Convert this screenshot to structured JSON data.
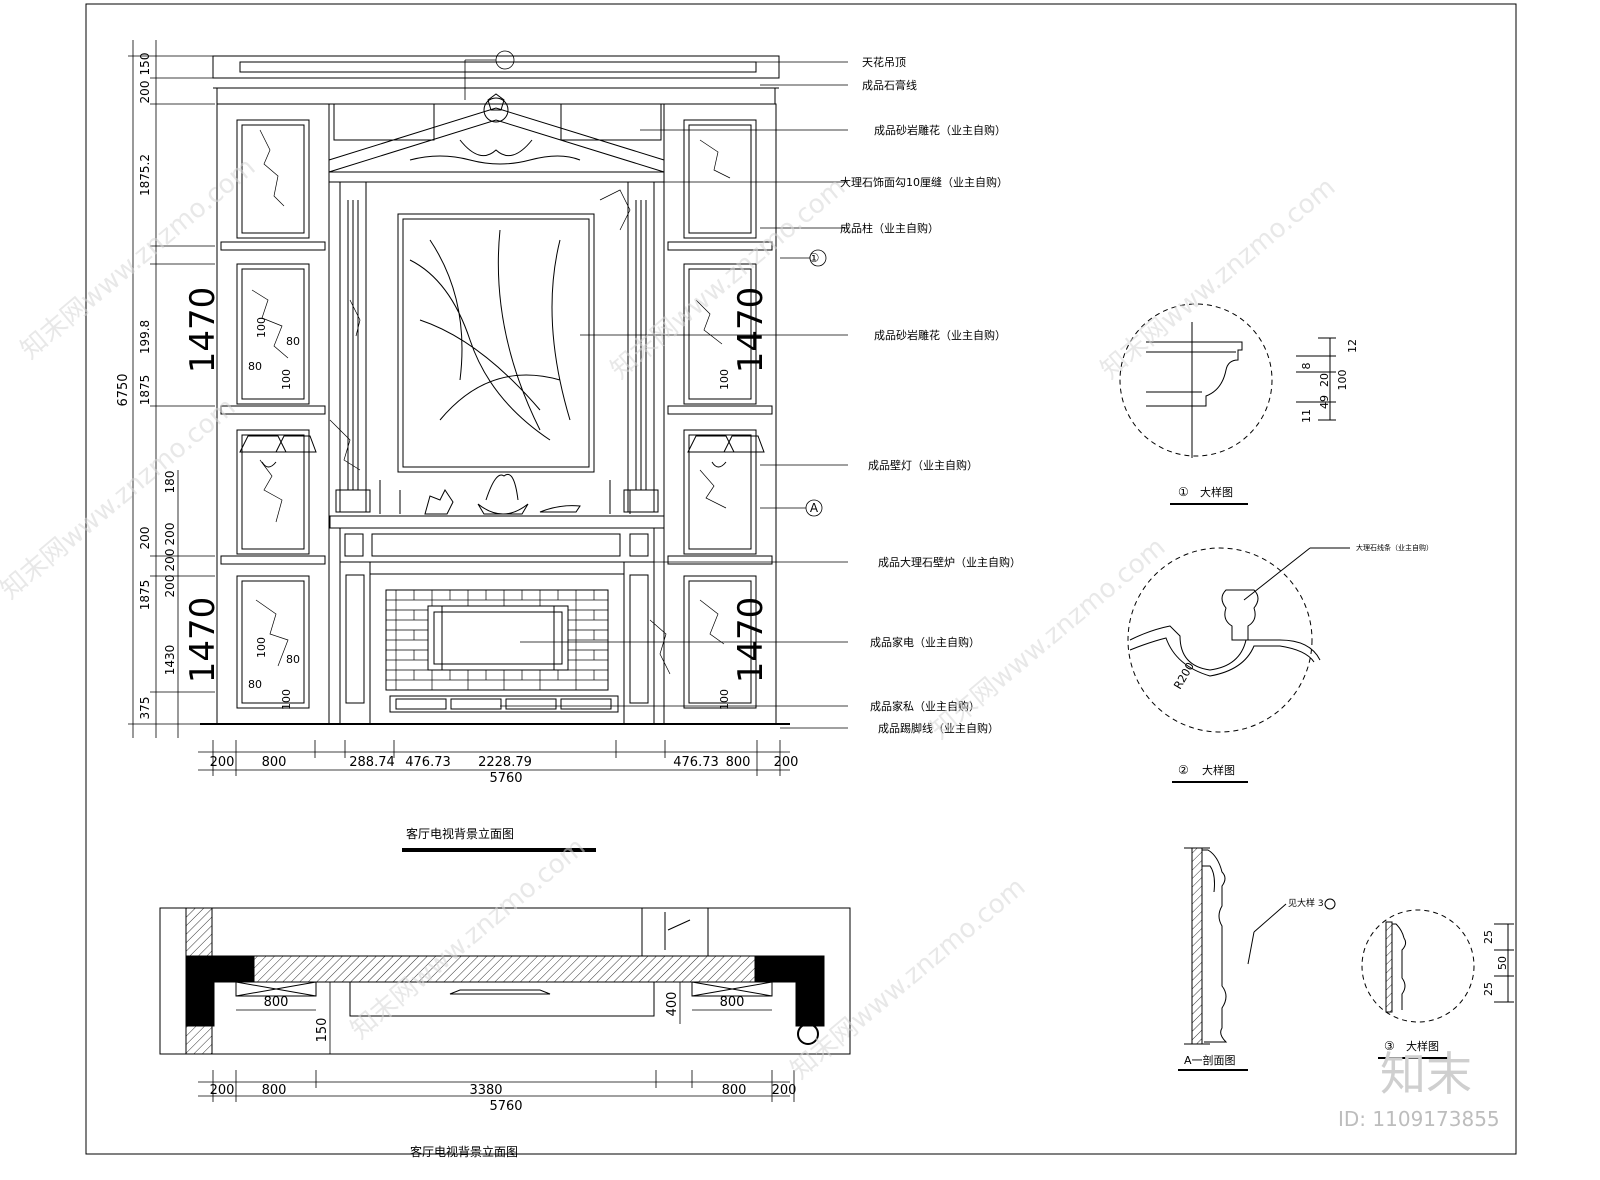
{
  "elevation": {
    "title": "客厅电视背景立面图",
    "section_marks": [
      "①",
      "A"
    ],
    "callouts": [
      "天花吊顶",
      "成品石膏线",
      "成品砂岩雕花（业主自购）",
      "大理石饰面勾10厘缝（业主自购）",
      "成品柱（业主自购）",
      "成品砂岩雕花（业主自购）",
      "成品壁灯（业主自购）",
      "成品大理石壁炉（业主自购）",
      "成品家电（业主自购）",
      "成品家私（业主自购）",
      "成品踢脚线（业主自购）"
    ],
    "vertical_dims_outer": [
      "150",
      "200",
      "1875.2",
      "199.8",
      "1875",
      "200",
      "1875",
      "375"
    ],
    "vertical_dim_total": "6750",
    "vertical_dims_inner": [
      "180",
      "200",
      "200",
      "200",
      "1430"
    ],
    "big_dims": [
      "1470",
      "1470",
      "1470",
      "1470"
    ],
    "panel_dims": [
      "100",
      "80",
      "80",
      "100",
      "100",
      "80",
      "80",
      "100",
      "100",
      "100"
    ],
    "horizontal_dims": [
      "200",
      "800",
      "288.74",
      "476.73",
      "2228.79",
      "476.73",
      "800",
      "200"
    ],
    "horizontal_total": "5760"
  },
  "plan": {
    "title": "客厅电视背景立面图",
    "dims": [
      "800",
      "150",
      "400",
      "800"
    ],
    "horizontal_dims": [
      "200",
      "800",
      "3380",
      "800",
      "200"
    ],
    "horizontal_total": "5760"
  },
  "details": {
    "d1": {
      "label": "大样图",
      "num": "①",
      "dims": [
        "12",
        "8",
        "20",
        "100",
        "49",
        "11"
      ]
    },
    "d2": {
      "label": "大样图",
      "num": "②",
      "radius": "R200",
      "callout": "大理石线条（业主自购）"
    },
    "section_a": {
      "label": "A一剖面图",
      "callout": "见大样 3"
    },
    "d3": {
      "label": "大样图",
      "num": "③",
      "dims": [
        "25",
        "50",
        "25"
      ]
    }
  },
  "watermarks": {
    "text": "知末网www.znzmo.com",
    "logo": "知末",
    "id": "ID: 1109173855"
  }
}
